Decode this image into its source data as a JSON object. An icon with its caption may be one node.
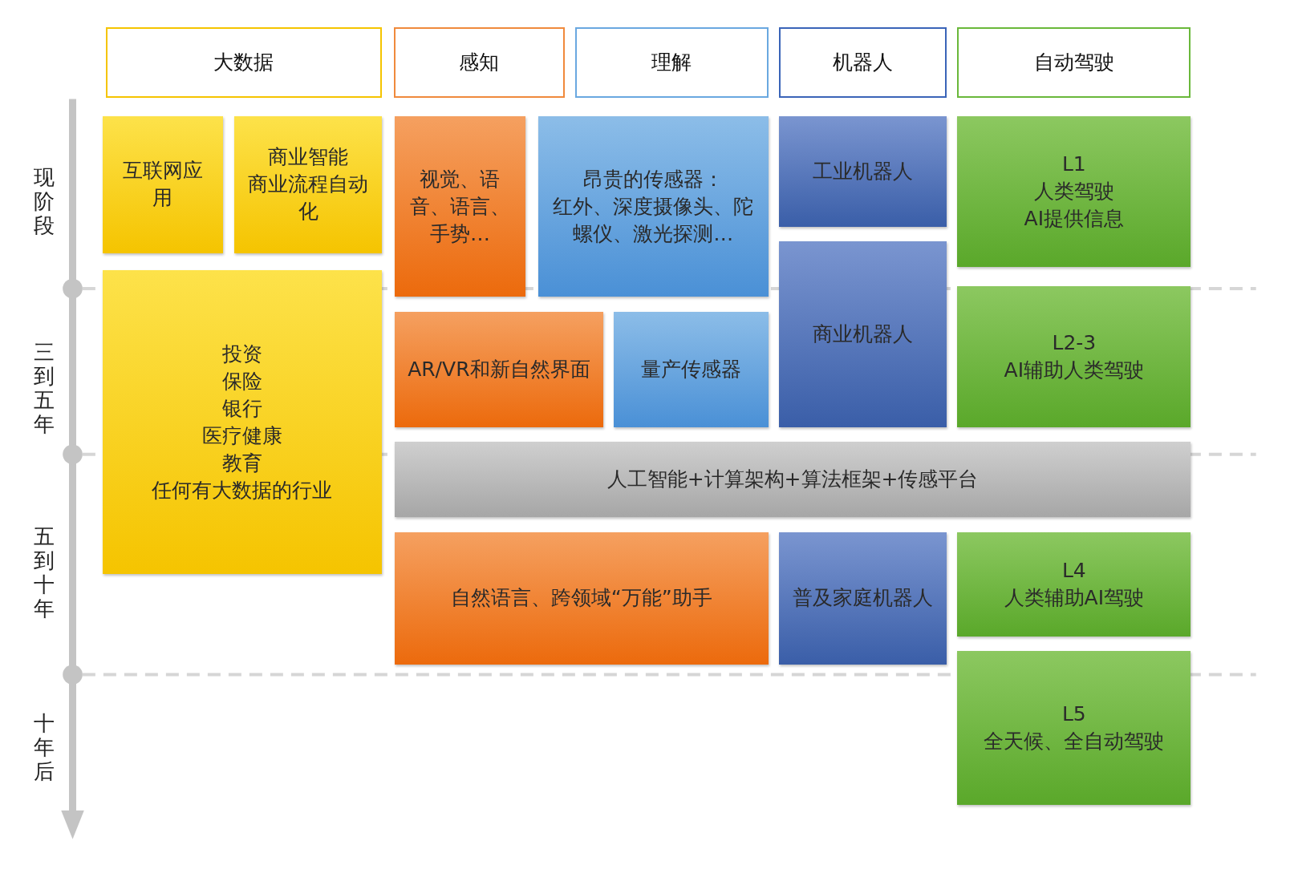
{
  "diagram": {
    "nodes": [
      {
        "text": [
          "大数据"
        ]
      },
      {
        "text": [
          "感知"
        ]
      },
      {
        "text": [
          "理解"
        ]
      },
      {
        "text": [
          "机器人"
        ]
      },
      {
        "text": [
          "自动驾驶"
        ]
      },
      {
        "text": [
          "互联网应用"
        ]
      },
      {
        "text": [
          "商业智能",
          "商业流程自动化"
        ]
      },
      {
        "text": [
          "视觉、语音、语言、手势…"
        ]
      },
      {
        "text": [
          "昂贵的传感器：",
          "红外、深度摄像头、陀螺仪、激光探测…"
        ]
      },
      {
        "text": [
          "工业机器人"
        ]
      },
      {
        "text": [
          "L1",
          "人类驾驶",
          "AI提供信息"
        ]
      },
      {
        "text": [
          "商业机器人"
        ]
      },
      {
        "text": [
          "投资",
          "保险",
          "银行",
          "医疗健康",
          "教育",
          "任何有大数据的行业"
        ]
      },
      {
        "text": [
          "AR/VR和新自然界面"
        ]
      },
      {
        "text": [
          "量产传感器"
        ]
      },
      {
        "text": [
          "L2-3",
          "AI辅助人类驾驶"
        ]
      },
      {
        "text": [
          "人工智能+计算架构+算法框架+传感平台"
        ]
      },
      {
        "text": [
          "自然语言、跨领域“万能”助手"
        ]
      },
      {
        "text": [
          "普及家庭机器人"
        ]
      },
      {
        "text": [
          "L4",
          "人类辅助AI驾驶"
        ]
      },
      {
        "text": [
          "L5",
          "全天候、全自动驾驶"
        ]
      }
    ],
    "labels": [
      "现阶段",
      "三到五年",
      "五到十年",
      "十年后"
    ]
  }
}
